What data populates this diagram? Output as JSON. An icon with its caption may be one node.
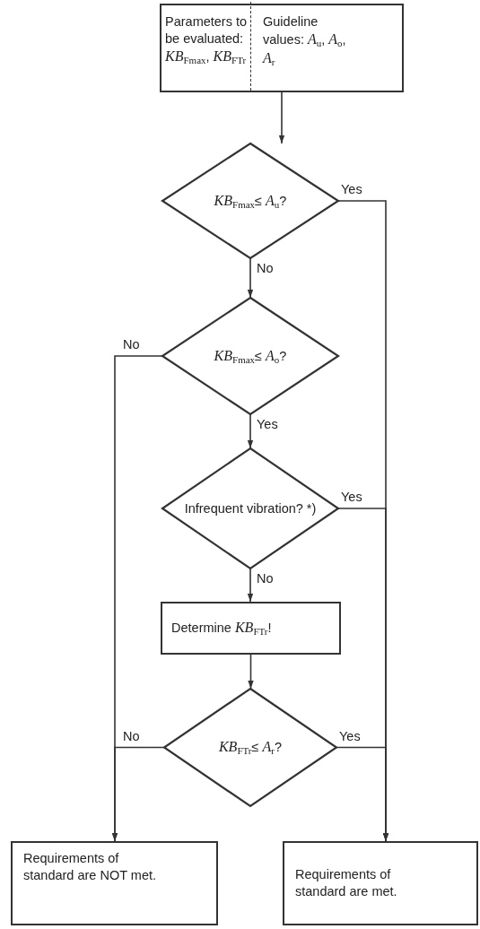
{
  "diagram": {
    "nodes": [
      {
        "text": [
          "Parameters to be evaluated: *KB*$_{Fmax}$, *KB*$_{FTr}$",
          "Guideline values: *A*$_{u}$, *A*$_{o}$, *A*$_{r}$"
        ]
      },
      {
        "text": [
          "*KB*$_{Fmax}$≤ *A*$_{u}$?"
        ]
      },
      {
        "text": [
          "*KB*$_{Fmax}$≤ *A*$_{o}$?"
        ]
      },
      {
        "text": [
          "Infrequent vibration? *)"
        ]
      },
      {
        "text": [
          "Determine *KB*$_{FTr}$!"
        ]
      },
      {
        "text": [
          "*KB*$_{FTr}$≤ *A*$_{r}$?"
        ]
      },
      {
        "text": [
          "Requirements of standard are NOT met."
        ]
      },
      {
        "text": [
          "Requirements of standard are met."
        ]
      }
    ],
    "edges": [
      {
        "from": 0,
        "to": 1,
        "arrow": "to"
      },
      {
        "from": 1,
        "to": 7,
        "arrow": "to",
        "label": "Yes"
      },
      {
        "from": 1,
        "to": 2,
        "arrow": "to",
        "label": "No"
      },
      {
        "from": 2,
        "to": 6,
        "arrow": "to",
        "label": "No"
      },
      {
        "from": 2,
        "to": 3,
        "arrow": "to",
        "label": "Yes"
      },
      {
        "from": 3,
        "to": 7,
        "arrow": "to",
        "label": "Yes"
      },
      {
        "from": 3,
        "to": 4,
        "arrow": "to",
        "label": "No"
      },
      {
        "from": 4,
        "to": 5,
        "arrow": "to"
      },
      {
        "from": 5,
        "to": 6,
        "arrow": "to",
        "label": "No"
      },
      {
        "from": 5,
        "to": 7,
        "arrow": "to",
        "label": "Yes"
      }
    ]
  }
}
